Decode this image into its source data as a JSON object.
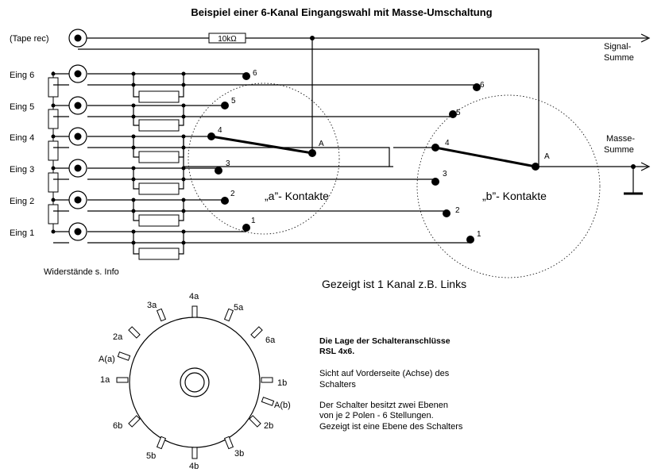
{
  "title": "Beispiel einer 6-Kanal Eingangswahl mit Masse-Umschaltung",
  "labels": {
    "tape": "(Tape rec)",
    "resistor": "10kΩ",
    "signal_line1": "Signal-",
    "signal_line2": "Summe",
    "masse_line1": "Masse-",
    "masse_line2": "Summe",
    "inputs": [
      "Eing 6",
      "Eing 5",
      "Eing 4",
      "Eing 3",
      "Eing 2",
      "Eing 1"
    ],
    "widerstaende": "Widerstände s. Info",
    "a_kontakte": "„a”- Kontakte",
    "b_kontakte": "„b”- Kontakte",
    "gezeigt": "Gezeigt ist 1 Kanal z.B. Links",
    "contact_a": "A",
    "contact_b": "A",
    "a_numbers": [
      "6",
      "5",
      "4",
      "3",
      "2",
      "1"
    ],
    "b_numbers": [
      "6",
      "5",
      "4",
      "3",
      "2",
      "1"
    ]
  },
  "switch_pins": {
    "top": [
      "3a",
      "4a",
      "5a"
    ],
    "left": [
      "2a",
      "A(a)",
      "1a",
      "6b"
    ],
    "right": [
      "6a",
      "1b",
      "A(b)",
      "2b"
    ],
    "bottom": [
      "5b",
      "4b",
      "3b"
    ]
  },
  "info": {
    "heading1": "Die Lage der Schalteranschlüsse",
    "heading2": "RSL 4x6.",
    "p1_line1": "Sicht auf Vorderseite (Achse) des",
    "p1_line2": "Schalters",
    "p2_line1": "Der Schalter besitzt zwei Ebenen",
    "p2_line2": "von je 2 Polen - 6 Stellungen.",
    "p2_line3": "Gezeigt ist eine Ebene des Schalters"
  }
}
